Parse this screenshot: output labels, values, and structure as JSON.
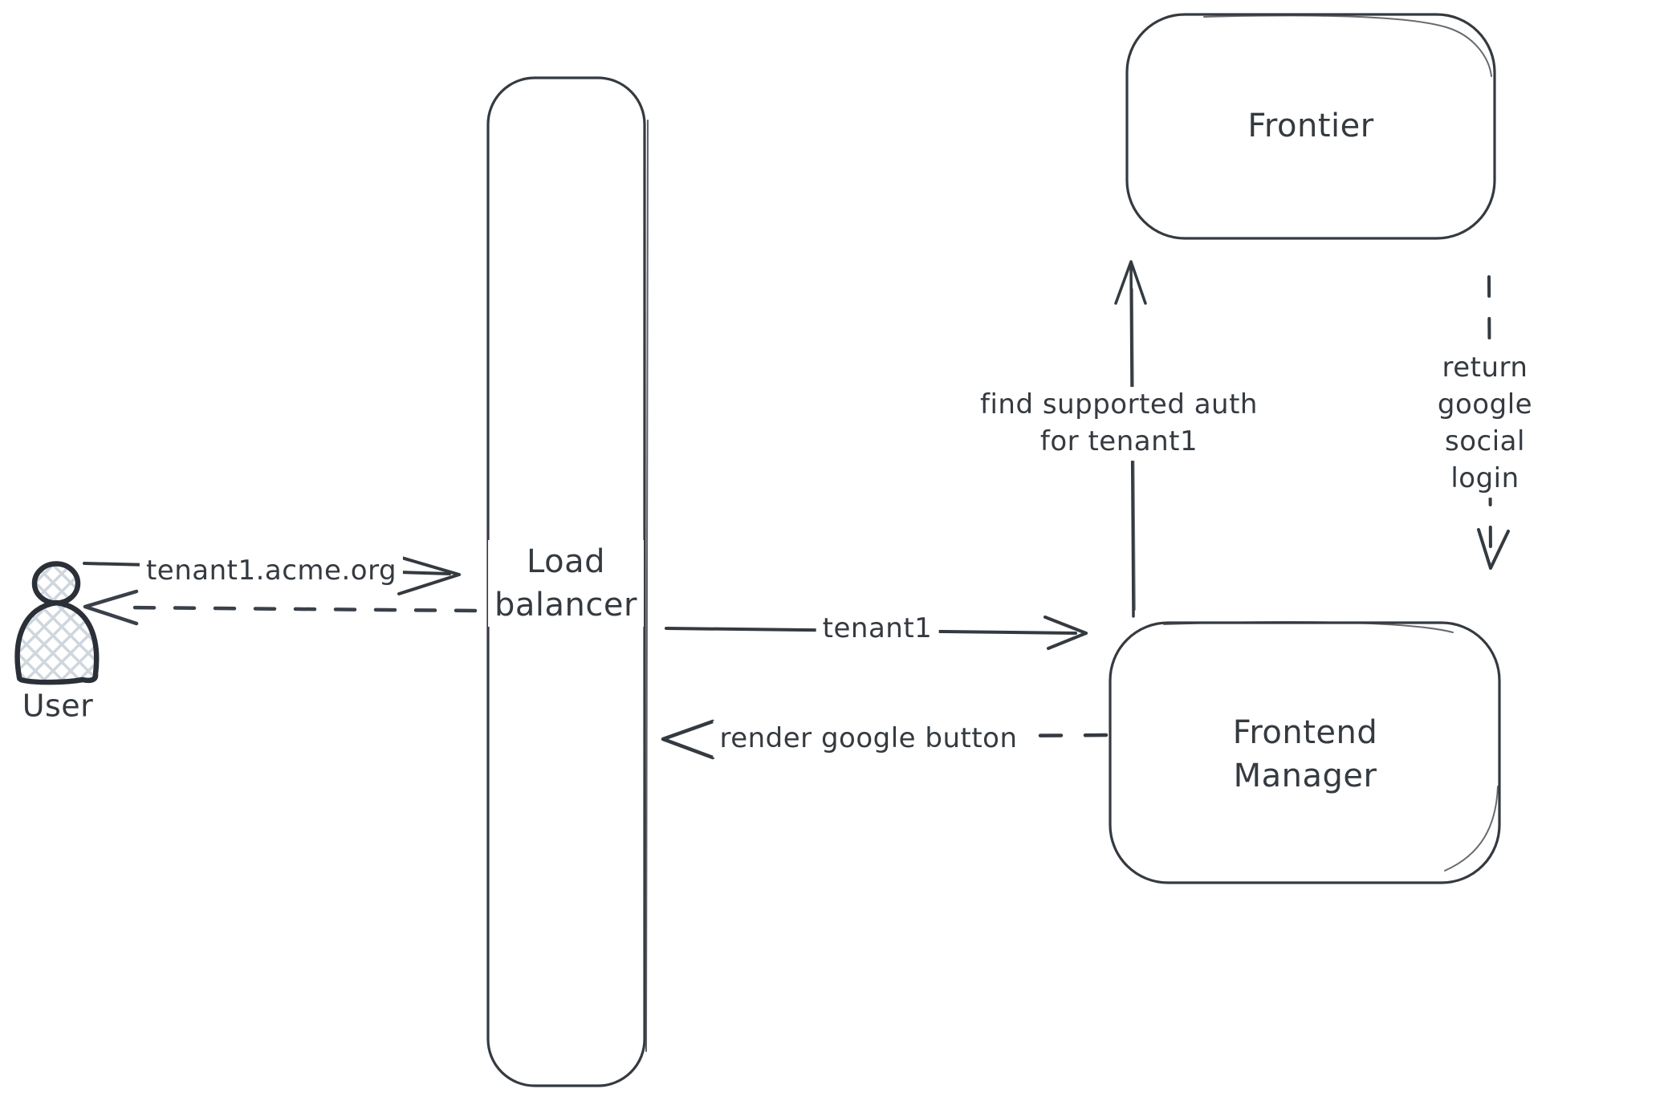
{
  "diagram": {
    "type": "sequence-flow-sketch",
    "background": "#ffffff"
  },
  "colors": {
    "stroke": "#343a40",
    "hatch": "#cfd6de",
    "background": "#ffffff"
  },
  "nodes": {
    "user": {
      "label": "User",
      "shape": "person-figure"
    },
    "load_balancer": {
      "label": "Load\nbalancer",
      "shape": "rounded-rectangle"
    },
    "frontier": {
      "label": "Frontier",
      "shape": "rounded-rectangle"
    },
    "frontend_manager": {
      "label": "Frontend\nManager",
      "shape": "rounded-rectangle"
    }
  },
  "arrows": {
    "user_to_load_balancer": {
      "label": "tenant1.acme.org",
      "style": "solid",
      "direction": "right"
    },
    "load_balancer_to_user": {
      "label": "",
      "style": "dashed",
      "direction": "left"
    },
    "load_balancer_to_frontend_manager": {
      "label": "tenant1",
      "style": "solid",
      "direction": "right"
    },
    "frontend_manager_to_load_balancer": {
      "label": "render google button",
      "style": "dashed",
      "direction": "left"
    },
    "frontend_manager_to_frontier": {
      "label": "find supported auth\nfor tenant1",
      "style": "solid",
      "direction": "up"
    },
    "frontier_to_frontend_manager": {
      "label": "return google social\nlogin",
      "style": "dashed",
      "direction": "down"
    }
  }
}
